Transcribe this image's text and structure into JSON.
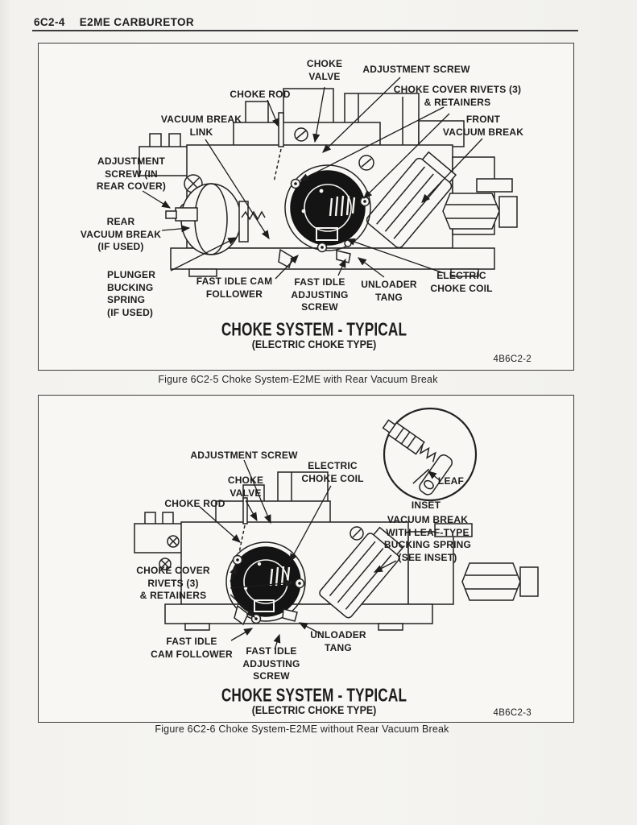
{
  "page": {
    "section": "6C2-4",
    "title": "E2ME CARBURETOR"
  },
  "colors": {
    "ink": "#1d1d1d",
    "paper": "#f4f3ef",
    "panel": "#f8f7f3"
  },
  "figure1": {
    "labels": {
      "choke_valve": "CHOKE\nVALVE",
      "adjustment_screw": "ADJUSTMENT SCREW",
      "choke_rod": "CHOKE ROD",
      "choke_cover_rivets": "CHOKE COVER RIVETS (3)\n& RETAINERS",
      "front_vacuum_break": "FRONT\nVACUUM BREAK",
      "vacuum_break_link": "VACUUM BREAK\nLINK",
      "adjustment_screw_rear": "ADJUSTMENT\nSCREW (IN\nREAR COVER)",
      "rear_vacuum_break": "REAR\nVACUUM BREAK\n(IF USED)",
      "plunger_bucking_spring": "PLUNGER\nBUCKING\nSPRING\n(IF USED)",
      "fast_idle_cam_follower": "FAST IDLE CAM\nFOLLOWER",
      "fast_idle_adjusting_screw": "FAST IDLE\nADJUSTING\nSCREW",
      "unloader_tang": "UNLOADER\nTANG",
      "electric_choke_coil": "ELECTRIC\nCHOKE COIL"
    },
    "title": "CHOKE SYSTEM - TYPICAL",
    "subtitle": "(ELECTRIC CHOKE TYPE)",
    "code": "4B6C2-2",
    "caption": "Figure 6C2-5 Choke System-E2ME with Rear Vacuum Break"
  },
  "figure2": {
    "labels": {
      "adjustment_screw": "ADJUSTMENT SCREW",
      "electric_choke_coil": "ELECTRIC\nCHOKE COIL",
      "choke_valve": "CHOKE\nVALVE",
      "choke_rod": "CHOKE ROD",
      "vacuum_break_leaf": "VACUUM BREAK\nWITH LEAF-TYPE\nBUCKING SPRING\n(SEE INSET)",
      "choke_cover_rivets": "CHOKE COVER\nRIVETS (3)\n& RETAINERS",
      "fast_idle_cam_follower": "FAST IDLE\nCAM FOLLOWER",
      "fast_idle_adjusting_screw": "FAST IDLE\nADJUSTING\nSCREW",
      "unloader_tang": "UNLOADER\nTANG",
      "leaf": "LEAF",
      "inset": "INSET"
    },
    "title": "CHOKE SYSTEM - TYPICAL",
    "subtitle": "(ELECTRIC CHOKE TYPE)",
    "code": "4B6C2-3",
    "caption": "Figure 6C2-6 Choke System-E2ME without Rear Vacuum Break"
  }
}
